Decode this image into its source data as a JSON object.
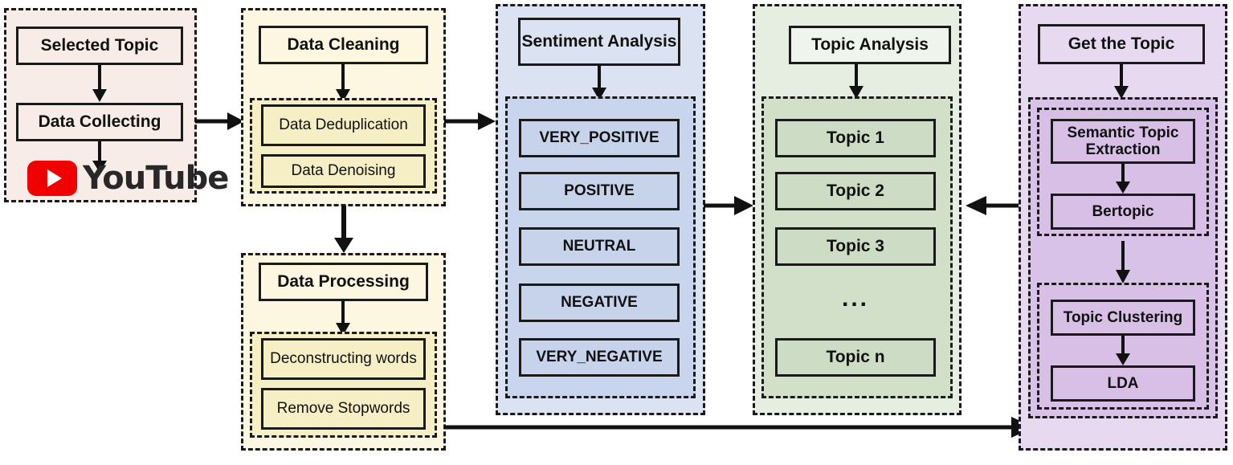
{
  "diagram": {
    "title": "YouTube sentiment and topic analysis pipeline",
    "colors": {
      "col1_bg": "#f7ece7",
      "col2_bg": "#fdf6e0",
      "col3_bg": "#dbe3f2",
      "col4_bg": "#e6eee2",
      "col5_bg": "#e7d9ef",
      "border": "#1a1a1a",
      "youtube_red": "#f00000"
    }
  },
  "columns": [
    {
      "id": "data-collection",
      "nodes": [
        {
          "label": "Selected Topic"
        },
        {
          "label": "Data Collecting"
        }
      ],
      "logo": {
        "name": "youtube-logo",
        "text": "YouTube"
      }
    },
    {
      "id": "data-cleaning",
      "head": {
        "label": "Data Cleaning"
      },
      "sub": [
        {
          "label": "Data Deduplication"
        },
        {
          "label": "Data Denoising"
        }
      ]
    },
    {
      "id": "data-processing",
      "head": {
        "label": "Data Processing"
      },
      "sub": [
        {
          "label": "Deconstructing words"
        },
        {
          "label": "Remove Stopwords"
        }
      ]
    },
    {
      "id": "sentiment-analysis",
      "head": {
        "label": "Sentiment Analysis"
      },
      "sub": [
        {
          "label": "VERY_POSITIVE"
        },
        {
          "label": "POSITIVE"
        },
        {
          "label": "NEUTRAL"
        },
        {
          "label": "NEGATIVE"
        },
        {
          "label": "VERY_NEGATIVE"
        }
      ]
    },
    {
      "id": "topic-analysis",
      "head": {
        "label": "Topic Analysis"
      },
      "sub": [
        {
          "label": "Topic 1"
        },
        {
          "label": "Topic 2"
        },
        {
          "label": "Topic 3"
        },
        {
          "label": "..."
        },
        {
          "label": "Topic n"
        }
      ]
    },
    {
      "id": "get-the-topic",
      "head": {
        "label": "Get the Topic"
      },
      "group_a": [
        {
          "label": "Semantic Topic Extraction"
        },
        {
          "label": "Bertopic"
        }
      ],
      "group_b": [
        {
          "label": "Topic Clustering"
        },
        {
          "label": "LDA"
        }
      ]
    }
  ],
  "connectors": [
    {
      "name": "col1-to-col2",
      "direction": "right"
    },
    {
      "name": "col2-to-col3",
      "direction": "right"
    },
    {
      "name": "cleaning-to-processing",
      "direction": "down"
    },
    {
      "name": "sentiment-to-topic",
      "direction": "right"
    },
    {
      "name": "gettopic-to-topic",
      "direction": "left"
    },
    {
      "name": "processing-to-gettopic",
      "direction": "right"
    }
  ]
}
